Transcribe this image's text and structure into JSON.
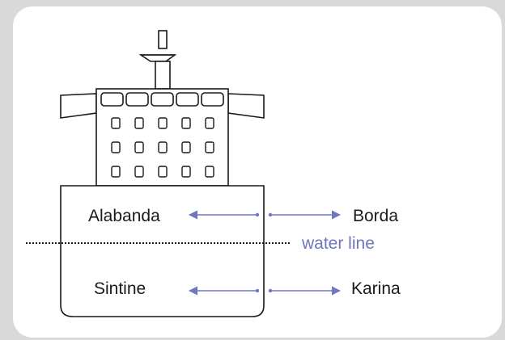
{
  "labels": {
    "alabanda": "Alabanda",
    "borda": "Borda",
    "water_line": "water line",
    "sintine": "Sintine",
    "karina": "Karina"
  },
  "colors": {
    "background": "#d9d9d9",
    "card": "#ffffff",
    "outline": "#1a1a1a",
    "accent": "#6f76bf"
  },
  "ship": {
    "deck_windows": 5,
    "window_rows": 3,
    "window_columns": 5
  }
}
